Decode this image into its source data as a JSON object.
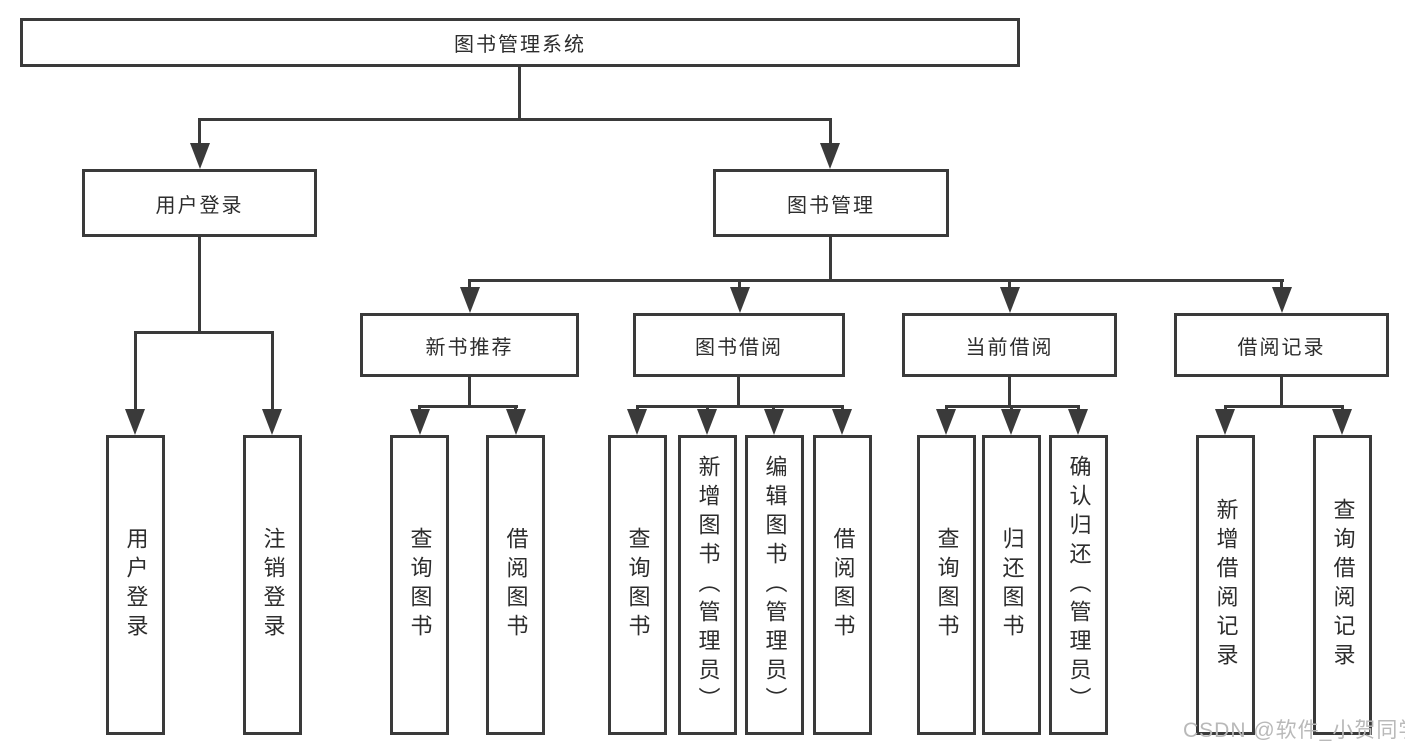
{
  "nodes": {
    "root": "图书管理系统",
    "login": {
      "label": "用户登录",
      "children": [
        "用户登录",
        "注销登录"
      ]
    },
    "mgmt": {
      "label": "图书管理",
      "sections": [
        {
          "label": "新书推荐",
          "children": [
            "查询图书",
            "借阅图书"
          ]
        },
        {
          "label": "图书借阅",
          "children": [
            "查询图书",
            "新增图书（管理员）",
            "编辑图书（管理员）",
            "借阅图书"
          ]
        },
        {
          "label": "当前借阅",
          "children": [
            "查询图书",
            "归还图书",
            "确认归还（管理员）"
          ]
        },
        {
          "label": "借阅记录",
          "children": [
            "新增借阅记录",
            "查询借阅记录"
          ]
        }
      ]
    }
  },
  "watermark": {
    "text": "CSDN @软件_小贺同学"
  },
  "colors": {
    "line": "#3a3a3a",
    "text": "#2d2d2d",
    "watermark": "#b9b9b9",
    "background": "#ffffff"
  }
}
